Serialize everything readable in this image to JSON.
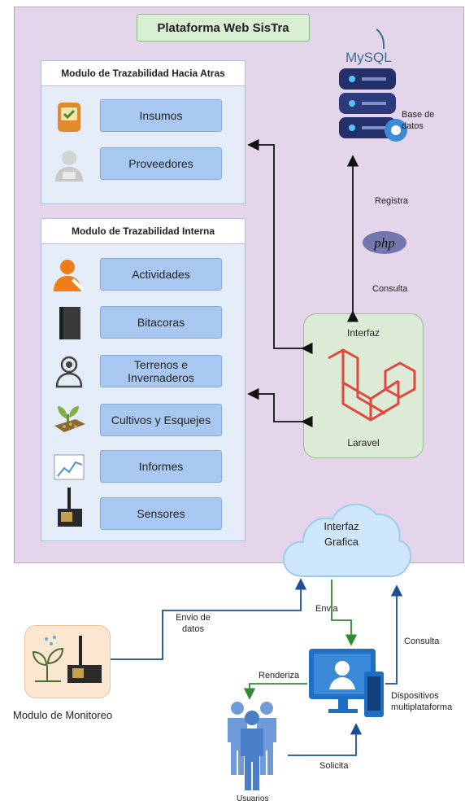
{
  "platform": {
    "title": "Plataforma Web SisTra"
  },
  "module_back": {
    "title": "Modulo de Trazabilidad Hacia Atras",
    "items": [
      {
        "label": "Insumos"
      },
      {
        "label": "Proveedores"
      }
    ]
  },
  "module_internal": {
    "title": "Modulo de Trazabilidad Interna",
    "items": [
      {
        "label": "Actividades"
      },
      {
        "label": "Bitacoras"
      },
      {
        "label": "Terrenos e Invernaderos"
      },
      {
        "label": "Cultivos y Esquejes"
      },
      {
        "label": "Informes"
      },
      {
        "label": "Sensores"
      }
    ]
  },
  "database": {
    "brand": "MySQL",
    "label": "Base de datos"
  },
  "php": {
    "logo_text": "php",
    "registra": "Registra",
    "consulta": "Consulta"
  },
  "laravel": {
    "top_label": "Interfaz",
    "bottom_label": "Laravel"
  },
  "cloud": {
    "label": "Interfaz Grafica"
  },
  "monitor_module": {
    "label": "Modulo de Monitoreo",
    "edge_label": "Envio de datos"
  },
  "devices": {
    "label": "Dispositivos multiplataforma",
    "envia": "Envia",
    "consulta": "Consulta",
    "renderiza": "Renderiza",
    "solicita": "Solicita"
  },
  "users": {
    "label": "Usuarios"
  },
  "colors": {
    "platform_bg": "#e5d5ea",
    "module_bg": "#e4ecf7",
    "item_button": "#a8c8f2",
    "laravel_red": "#e3463c",
    "cloud_blue": "#cfe7fb",
    "arrow_blue": "#1d4f91",
    "arrow_green": "#2e8b2e"
  }
}
